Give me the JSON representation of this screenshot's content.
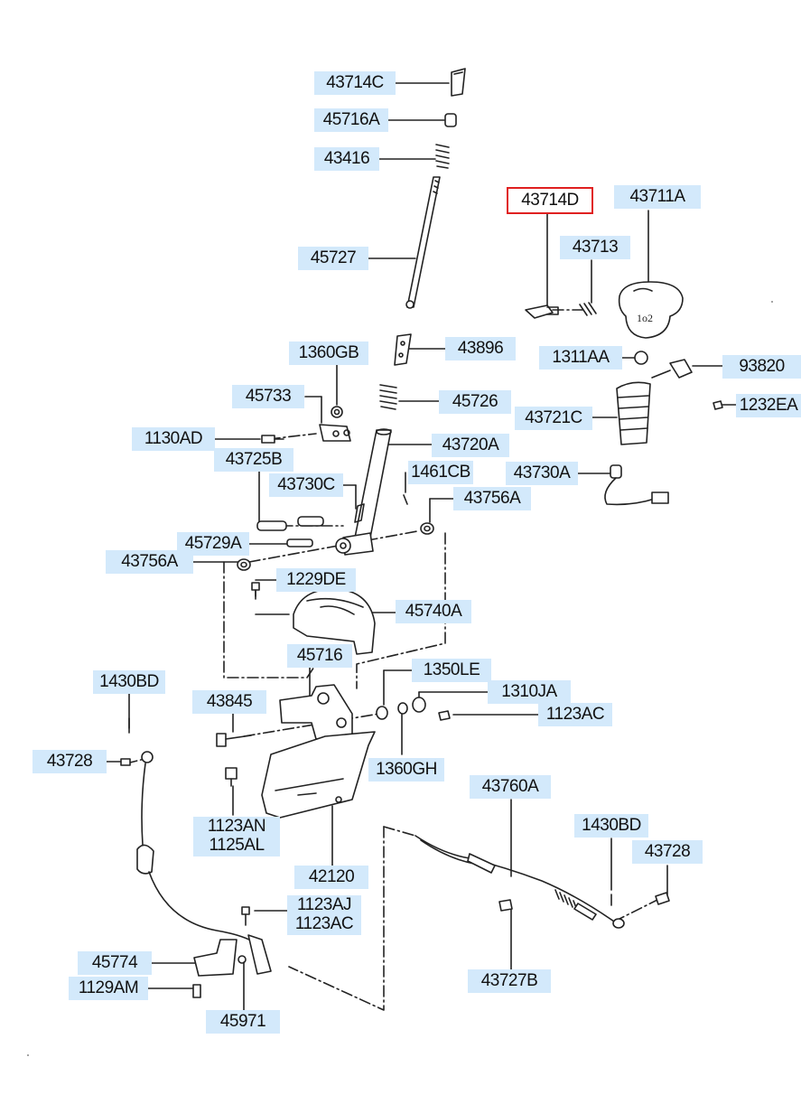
{
  "colors": {
    "label_bg": "#d3e9fb",
    "line": "#222222",
    "highlight": "#e02020"
  },
  "labels": [
    {
      "id": "l1",
      "text": "43714C"
    },
    {
      "id": "l2",
      "text": "45716A"
    },
    {
      "id": "l3",
      "text": "43416"
    },
    {
      "id": "l4",
      "text": "45727"
    },
    {
      "id": "l5",
      "text": "43714D",
      "selected": true
    },
    {
      "id": "l6",
      "text": "43711A"
    },
    {
      "id": "l7",
      "text": "43713"
    },
    {
      "id": "l8",
      "text": "1360GB"
    },
    {
      "id": "l9",
      "text": "43896"
    },
    {
      "id": "l10",
      "text": "1311AA"
    },
    {
      "id": "l11",
      "text": "93820"
    },
    {
      "id": "l12",
      "text": "45733"
    },
    {
      "id": "l13",
      "text": "45726"
    },
    {
      "id": "l14",
      "text": "43721C"
    },
    {
      "id": "l15",
      "text": "1232EA"
    },
    {
      "id": "l16",
      "text": "1130AD"
    },
    {
      "id": "l17",
      "text": "43720A"
    },
    {
      "id": "l18",
      "text": "43725B"
    },
    {
      "id": "l19",
      "text": "1461CB"
    },
    {
      "id": "l20",
      "text": "43730A"
    },
    {
      "id": "l21",
      "text": "43730C"
    },
    {
      "id": "l22",
      "text": "43756A"
    },
    {
      "id": "l23",
      "text": "45729A"
    },
    {
      "id": "l24",
      "text": "43756A"
    },
    {
      "id": "l25",
      "text": "1229DE"
    },
    {
      "id": "l26",
      "text": "45740A"
    },
    {
      "id": "l27",
      "text": "45716"
    },
    {
      "id": "l28",
      "text": "1430BD"
    },
    {
      "id": "l29",
      "text": "1350LE"
    },
    {
      "id": "l30",
      "text": "1310JA"
    },
    {
      "id": "l31",
      "text": "43845"
    },
    {
      "id": "l32",
      "text": "1123AC"
    },
    {
      "id": "l33",
      "text": "43728"
    },
    {
      "id": "l34",
      "text": "1360GH"
    },
    {
      "id": "l35",
      "text": "43760A"
    },
    {
      "id": "l36",
      "text": "1430BD"
    },
    {
      "id": "l37",
      "text": "1123AN\n1125AL"
    },
    {
      "id": "l38",
      "text": "43728"
    },
    {
      "id": "l39",
      "text": "42120"
    },
    {
      "id": "l40",
      "text": "1123AJ\n1123AC"
    },
    {
      "id": "l41",
      "text": "45774"
    },
    {
      "id": "l42",
      "text": "43727B"
    },
    {
      "id": "l43",
      "text": "1129AM"
    },
    {
      "id": "l44",
      "text": "45971"
    }
  ]
}
